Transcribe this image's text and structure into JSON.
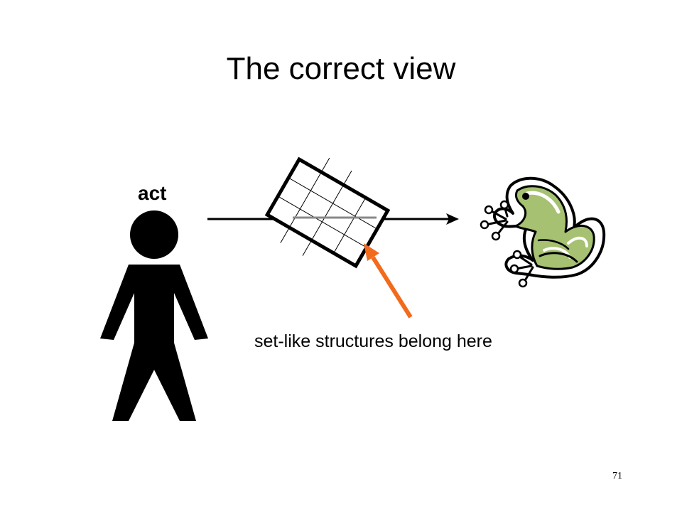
{
  "slide": {
    "title": "The correct view",
    "actor_label": "act",
    "caption": "set-like structures belong here",
    "page_number": "71"
  },
  "colors": {
    "arrow_orange": "#f26a1b",
    "frog_green": "#a5c171",
    "outline": "#000000"
  },
  "icons": [
    "person-icon",
    "table-grid-icon",
    "frog-icon"
  ]
}
